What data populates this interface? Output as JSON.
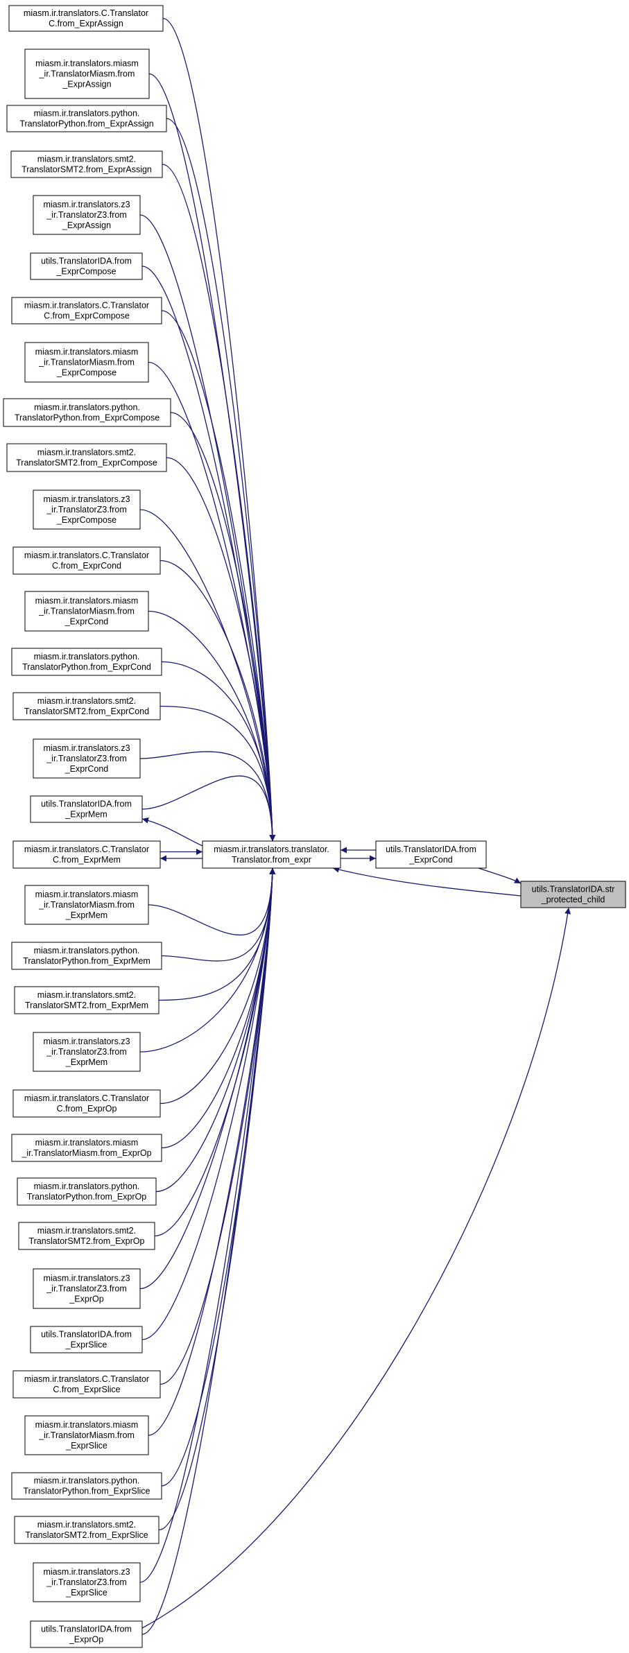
{
  "colors": {
    "edge": "#191970",
    "node_border": "#000000",
    "node_fill": "#ffffff",
    "root_fill": "#bfbfbf"
  },
  "nodes": [
    {
      "id": "c_assign",
      "lines": [
        "miasm.ir.translators.C.Translator",
        "C.from_ExprAssign"
      ]
    },
    {
      "id": "miasm_assign",
      "lines": [
        "miasm.ir.translators.miasm",
        "_ir.TranslatorMiasm.from",
        "_ExprAssign"
      ]
    },
    {
      "id": "py_assign",
      "lines": [
        "miasm.ir.translators.python.",
        "TranslatorPython.from_ExprAssign"
      ]
    },
    {
      "id": "smt_assign",
      "lines": [
        "miasm.ir.translators.smt2.",
        "TranslatorSMT2.from_ExprAssign"
      ]
    },
    {
      "id": "z3_assign",
      "lines": [
        "miasm.ir.translators.z3",
        "_ir.TranslatorZ3.from",
        "_ExprAssign"
      ]
    },
    {
      "id": "ida_compose",
      "lines": [
        "utils.TranslatorIDA.from",
        "_ExprCompose"
      ]
    },
    {
      "id": "c_compose",
      "lines": [
        "miasm.ir.translators.C.Translator",
        "C.from_ExprCompose"
      ]
    },
    {
      "id": "miasm_compose",
      "lines": [
        "miasm.ir.translators.miasm",
        "_ir.TranslatorMiasm.from",
        "_ExprCompose"
      ]
    },
    {
      "id": "py_compose",
      "lines": [
        "miasm.ir.translators.python.",
        "TranslatorPython.from_ExprCompose"
      ]
    },
    {
      "id": "smt_compose",
      "lines": [
        "miasm.ir.translators.smt2.",
        "TranslatorSMT2.from_ExprCompose"
      ]
    },
    {
      "id": "z3_compose",
      "lines": [
        "miasm.ir.translators.z3",
        "_ir.TranslatorZ3.from",
        "_ExprCompose"
      ]
    },
    {
      "id": "c_cond",
      "lines": [
        "miasm.ir.translators.C.Translator",
        "C.from_ExprCond"
      ]
    },
    {
      "id": "miasm_cond",
      "lines": [
        "miasm.ir.translators.miasm",
        "_ir.TranslatorMiasm.from",
        "_ExprCond"
      ]
    },
    {
      "id": "py_cond",
      "lines": [
        "miasm.ir.translators.python.",
        "TranslatorPython.from_ExprCond"
      ]
    },
    {
      "id": "smt_cond",
      "lines": [
        "miasm.ir.translators.smt2.",
        "TranslatorSMT2.from_ExprCond"
      ]
    },
    {
      "id": "z3_cond",
      "lines": [
        "miasm.ir.translators.z3",
        "_ir.TranslatorZ3.from",
        "_ExprCond"
      ]
    },
    {
      "id": "ida_mem",
      "lines": [
        "utils.TranslatorIDA.from",
        "_ExprMem"
      ]
    },
    {
      "id": "c_mem",
      "lines": [
        "miasm.ir.translators.C.Translator",
        "C.from_ExprMem"
      ]
    },
    {
      "id": "miasm_mem",
      "lines": [
        "miasm.ir.translators.miasm",
        "_ir.TranslatorMiasm.from",
        "_ExprMem"
      ]
    },
    {
      "id": "py_mem",
      "lines": [
        "miasm.ir.translators.python.",
        "TranslatorPython.from_ExprMem"
      ]
    },
    {
      "id": "smt_mem",
      "lines": [
        "miasm.ir.translators.smt2.",
        "TranslatorSMT2.from_ExprMem"
      ]
    },
    {
      "id": "z3_mem",
      "lines": [
        "miasm.ir.translators.z3",
        "_ir.TranslatorZ3.from",
        "_ExprMem"
      ]
    },
    {
      "id": "c_op",
      "lines": [
        "miasm.ir.translators.C.Translator",
        "C.from_ExprOp"
      ]
    },
    {
      "id": "miasm_op",
      "lines": [
        "miasm.ir.translators.miasm",
        "_ir.TranslatorMiasm.from_ExprOp"
      ]
    },
    {
      "id": "py_op",
      "lines": [
        "miasm.ir.translators.python.",
        "TranslatorPython.from_ExprOp"
      ]
    },
    {
      "id": "smt_op",
      "lines": [
        "miasm.ir.translators.smt2.",
        "TranslatorSMT2.from_ExprOp"
      ]
    },
    {
      "id": "z3_op",
      "lines": [
        "miasm.ir.translators.z3",
        "_ir.TranslatorZ3.from",
        "_ExprOp"
      ]
    },
    {
      "id": "ida_slice",
      "lines": [
        "utils.TranslatorIDA.from",
        "_ExprSlice"
      ]
    },
    {
      "id": "c_slice",
      "lines": [
        "miasm.ir.translators.C.Translator",
        "C.from_ExprSlice"
      ]
    },
    {
      "id": "miasm_slice",
      "lines": [
        "miasm.ir.translators.miasm",
        "_ir.TranslatorMiasm.from",
        "_ExprSlice"
      ]
    },
    {
      "id": "py_slice",
      "lines": [
        "miasm.ir.translators.python.",
        "TranslatorPython.from_ExprSlice"
      ]
    },
    {
      "id": "smt_slice",
      "lines": [
        "miasm.ir.translators.smt2.",
        "TranslatorSMT2.from_ExprSlice"
      ]
    },
    {
      "id": "z3_slice",
      "lines": [
        "miasm.ir.translators.z3",
        "_ir.TranslatorZ3.from",
        "_ExprSlice"
      ]
    },
    {
      "id": "ida_op",
      "lines": [
        "utils.TranslatorIDA.from",
        "_ExprOp"
      ]
    },
    {
      "id": "from_expr",
      "lines": [
        "miasm.ir.translators.translator.",
        "Translator.from_expr"
      ]
    },
    {
      "id": "ida_cond",
      "lines": [
        "utils.TranslatorIDA.from",
        "_ExprCond"
      ]
    },
    {
      "id": "root",
      "lines": [
        "utils.TranslatorIDA.str",
        "_protected_child"
      ],
      "highlight": true
    }
  ],
  "edges": [
    {
      "from": "c_assign",
      "to": "from_expr"
    },
    {
      "from": "miasm_assign",
      "to": "from_expr"
    },
    {
      "from": "py_assign",
      "to": "from_expr"
    },
    {
      "from": "smt_assign",
      "to": "from_expr"
    },
    {
      "from": "z3_assign",
      "to": "from_expr"
    },
    {
      "from": "ida_compose",
      "to": "from_expr"
    },
    {
      "from": "c_compose",
      "to": "from_expr"
    },
    {
      "from": "miasm_compose",
      "to": "from_expr"
    },
    {
      "from": "py_compose",
      "to": "from_expr"
    },
    {
      "from": "smt_compose",
      "to": "from_expr"
    },
    {
      "from": "z3_compose",
      "to": "from_expr"
    },
    {
      "from": "c_cond",
      "to": "from_expr"
    },
    {
      "from": "miasm_cond",
      "to": "from_expr"
    },
    {
      "from": "py_cond",
      "to": "from_expr"
    },
    {
      "from": "smt_cond",
      "to": "from_expr"
    },
    {
      "from": "z3_cond",
      "to": "from_expr"
    },
    {
      "from": "ida_mem",
      "to": "from_expr"
    },
    {
      "from": "c_mem",
      "to": "from_expr"
    },
    {
      "from": "miasm_mem",
      "to": "from_expr"
    },
    {
      "from": "py_mem",
      "to": "from_expr"
    },
    {
      "from": "smt_mem",
      "to": "from_expr"
    },
    {
      "from": "z3_mem",
      "to": "from_expr"
    },
    {
      "from": "c_op",
      "to": "from_expr"
    },
    {
      "from": "miasm_op",
      "to": "from_expr"
    },
    {
      "from": "py_op",
      "to": "from_expr"
    },
    {
      "from": "smt_op",
      "to": "from_expr"
    },
    {
      "from": "z3_op",
      "to": "from_expr"
    },
    {
      "from": "ida_slice",
      "to": "from_expr"
    },
    {
      "from": "c_slice",
      "to": "from_expr"
    },
    {
      "from": "miasm_slice",
      "to": "from_expr"
    },
    {
      "from": "py_slice",
      "to": "from_expr"
    },
    {
      "from": "smt_slice",
      "to": "from_expr"
    },
    {
      "from": "z3_slice",
      "to": "from_expr"
    },
    {
      "from": "ida_op",
      "to": "from_expr"
    },
    {
      "from": "from_expr",
      "to": "ida_mem"
    },
    {
      "from": "from_expr",
      "to": "c_mem"
    },
    {
      "from": "from_expr",
      "to": "ida_cond"
    },
    {
      "from": "ida_cond",
      "to": "from_expr"
    },
    {
      "from": "ida_cond",
      "to": "root"
    },
    {
      "from": "root",
      "to": "from_expr"
    },
    {
      "from": "ida_op",
      "to": "root"
    }
  ]
}
